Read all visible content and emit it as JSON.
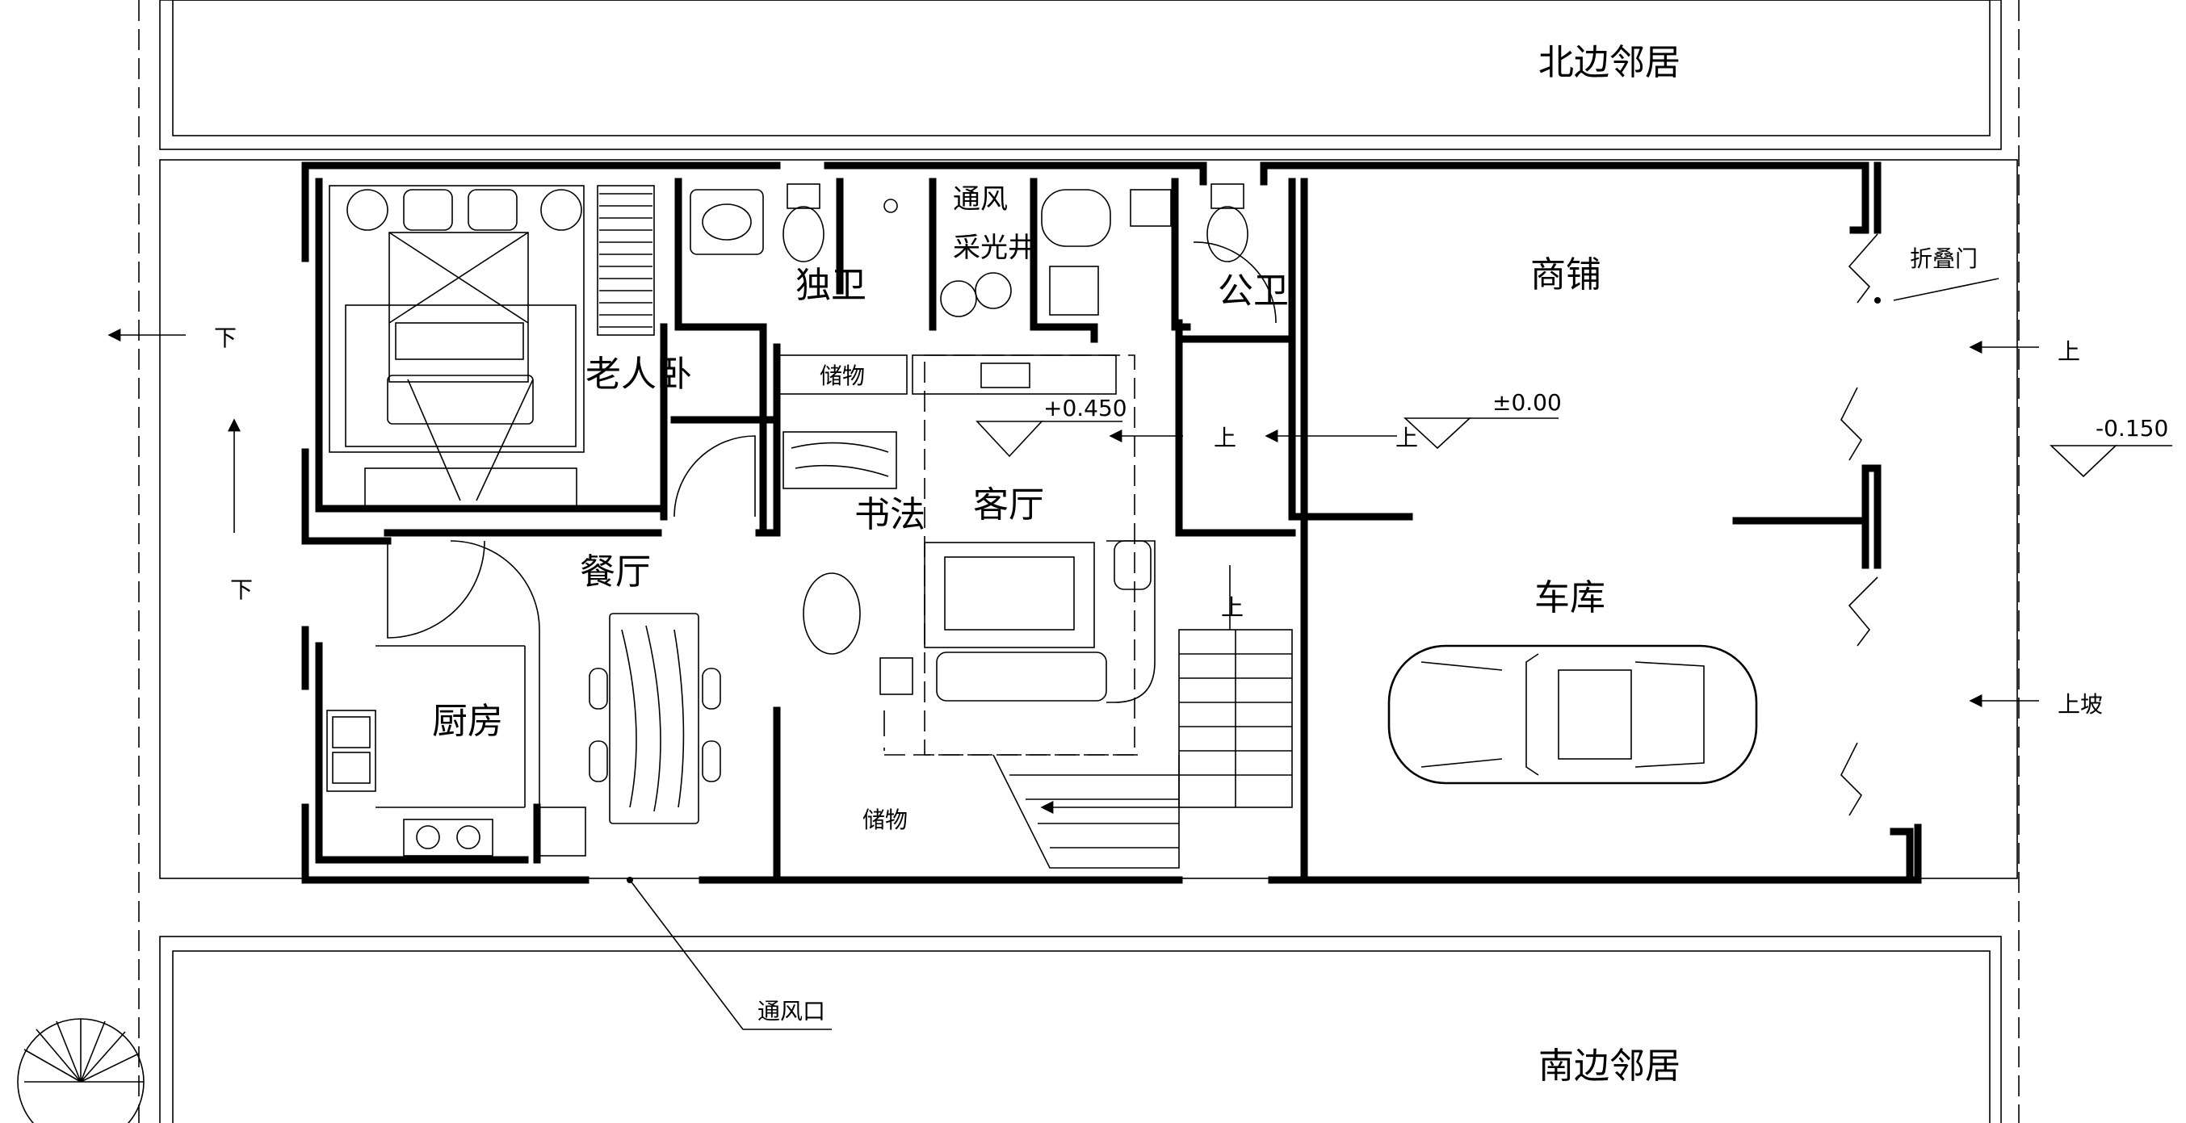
{
  "rooms": {
    "north_neighbor": "北边邻居",
    "south_neighbor": "南边邻居",
    "elder_bedroom": "老人卧",
    "private_bath": "独卫",
    "vent_light_well_1": "通风",
    "vent_light_well_2": "采光井",
    "public_bath": "公卫",
    "shop": "商铺",
    "storage_top": "储物",
    "calligraphy": "书法",
    "living_room": "客厅",
    "dining_room": "餐厅",
    "kitchen": "厨房",
    "storage_bottom": "储物",
    "garage": "车库"
  },
  "annotations": {
    "folding_door": "折叠门",
    "vent_opening": "通风口",
    "up_shop": "上",
    "up_ramp": "上坡",
    "up_living": "上",
    "up_garage_entry": "上",
    "up_stair": "上",
    "down_west": "下",
    "down_south": "下"
  },
  "levels": {
    "living": "+0.450",
    "shop": "±0.00",
    "outside": "-0.150"
  }
}
